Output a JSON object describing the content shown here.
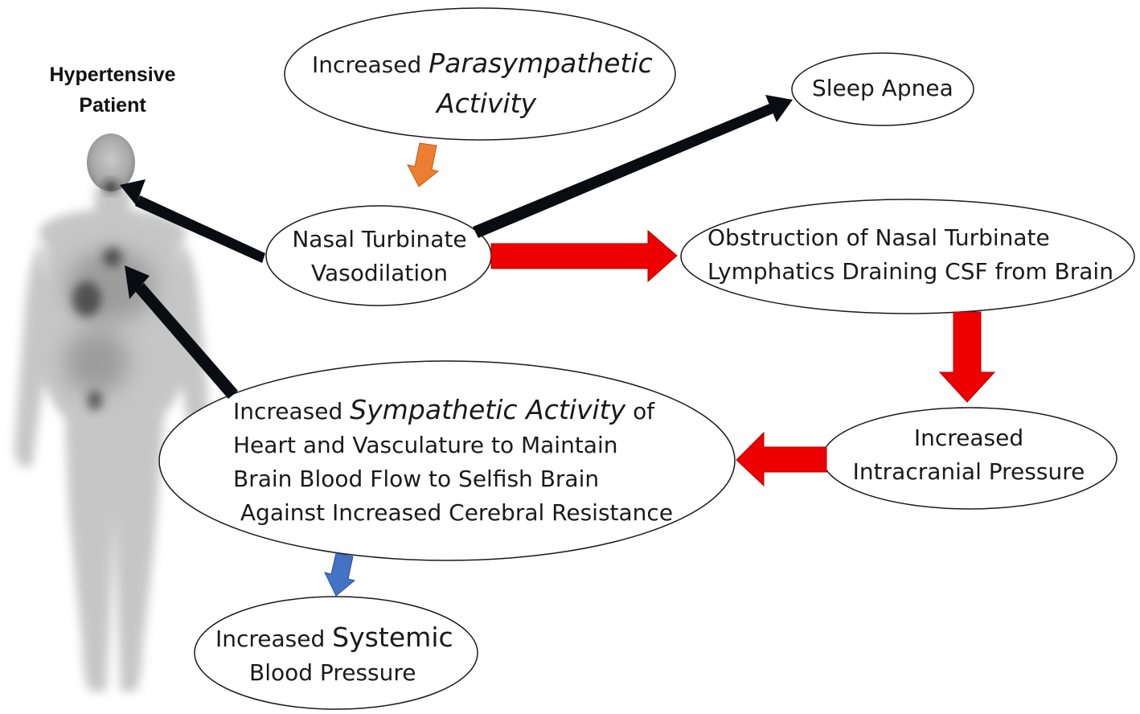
{
  "patient": {
    "title_line1": "Hypertensive",
    "title_line2": "Patient"
  },
  "nodes": {
    "parasympathetic": {
      "prefix": "Increased ",
      "emph_line1": "Parasympathetic",
      "emph_line2": "Activity"
    },
    "sleep_apnea": {
      "text": "Sleep Apnea"
    },
    "nasal_vasodilation": {
      "line1": "Nasal Turbinate",
      "line2": "Vasodilation"
    },
    "obstruction": {
      "line1": "Obstruction of Nasal Turbinate",
      "line2": "Lymphatics Draining CSF from Brain"
    },
    "intracranial": {
      "line1": "Increased",
      "line2": "Intracranial Pressure"
    },
    "sympathetic": {
      "prefix": "Increased ",
      "emph": "Sympathetic Activity",
      "suffix": " of",
      "line2": "Heart and Vasculature to Maintain",
      "line3": "Brain Blood Flow  to Selfish Brain",
      "line4": " Against Increased Cerebral Resistance"
    },
    "systemic": {
      "prefix": "Increased ",
      "emph": "Systemic",
      "line2": "Blood Pressure"
    }
  },
  "colors": {
    "black_arrow": "#0b0b12",
    "red_arrow": "#ee0000",
    "orange_arrow": "#ed7d31",
    "blue_arrow": "#4472c4",
    "outline": "#1a1a1a"
  }
}
